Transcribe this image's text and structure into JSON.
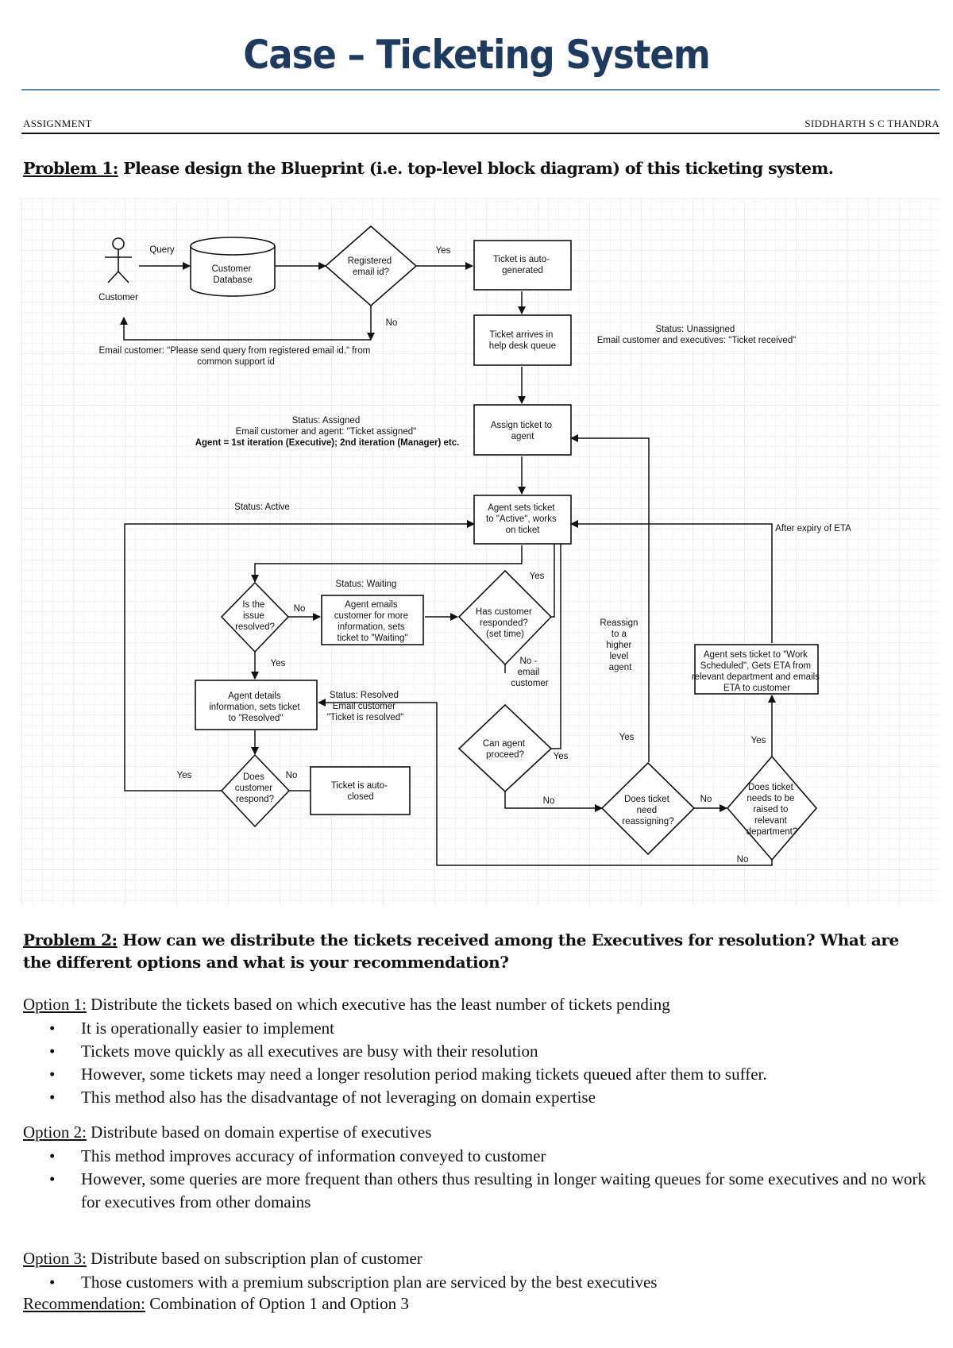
{
  "document": {
    "title": "Case – Ticketing System",
    "header_left": "ASSIGNMENT",
    "header_right": "SIDDHARTH S C THANDRA"
  },
  "problem1": {
    "label": "Problem 1:",
    "text": " Please design the Blueprint (i.e. top-level block diagram) of this ticketing system."
  },
  "diagram": {
    "customer_label": "Customer",
    "query_label": "Query",
    "customer_db": [
      "Customer",
      "Database"
    ],
    "registered_decision": [
      "Registered",
      "email id?"
    ],
    "yes_registered": "Yes",
    "no_registered": "No",
    "auto_generated": [
      "Ticket is auto-",
      "generated"
    ],
    "email_unregistered": [
      "Email customer: \"Please send query from registered email id.\" from",
      "common support id"
    ],
    "help_desk_queue": [
      "Ticket arrives in",
      "help desk queue"
    ],
    "status_unassigned": [
      "Status: Unassigned",
      "Email customer and executives: \"Ticket received\""
    ],
    "assign_ticket": [
      "Assign ticket to",
      "agent"
    ],
    "status_assigned": [
      "Status: Assigned",
      "Email customer and agent: \"Ticket assigned\"",
      "Agent = 1st iteration (Executive); 2nd iteration (Manager) etc."
    ],
    "agent_active": [
      "Agent sets ticket",
      "to \"Active\", works",
      "on ticket"
    ],
    "status_active": "Status: Active",
    "after_eta": "After expiry of ETA",
    "issue_resolved_decision": [
      "Is the",
      "issue",
      "resolved?"
    ],
    "no_resolved": "No",
    "yes_resolved": "Yes",
    "status_waiting": "Status: Waiting",
    "agent_emails": [
      "Agent emails",
      "customer for more",
      "information, sets",
      "ticket to \"Waiting\""
    ],
    "customer_responded_decision": [
      "Has customer",
      "responded?",
      "(set time)"
    ],
    "yes_responded": "Yes",
    "no_email_customer": [
      "No -",
      "email",
      "customer"
    ],
    "agent_proceed_decision": [
      "Can agent",
      "proceed?"
    ],
    "yes_proceed": "Yes",
    "no_proceed": "No",
    "reassign_higher": [
      "Reassign",
      "to a",
      "higher",
      "level",
      "agent"
    ],
    "agent_details": [
      "Agent details",
      "information, sets ticket",
      "to \"Resolved\""
    ],
    "status_resolved": [
      "Status: Resolved",
      "Email customer",
      "\"Ticket is resolved\""
    ],
    "customer_respond_decision": [
      "Does",
      "customer",
      "respond?"
    ],
    "yes_respond": "Yes",
    "no_respond": "No",
    "auto_closed": [
      "Ticket is auto-",
      "closed"
    ],
    "reassign_decision": [
      "Does ticket",
      "need",
      "reassigning?"
    ],
    "yes_reassign": "Yes",
    "no_reassign": "No",
    "raise_decision": [
      "Does ticket",
      "needs to be",
      "raised to",
      "relevant",
      "department?"
    ],
    "yes_raise": "Yes",
    "no_raise": "No",
    "work_scheduled": [
      "Agent sets ticket to \"Work",
      "Scheduled\", Gets ETA from",
      "relevant department and emails",
      "ETA to customer"
    ]
  },
  "problem2": {
    "label": "Problem 2:",
    "line1": " How can we distribute the tickets received among the Executives for resolution? What are",
    "line2": "the different options and what is your recommendation?"
  },
  "options": [
    {
      "label": "Option 1:",
      "text": " Distribute the tickets based on which executive has the least number of tickets pending",
      "bullets": [
        "It is operationally easier to implement",
        "Tickets move quickly as all executives are busy with their resolution",
        "However, some tickets may need a longer resolution period making tickets queued after them to suffer.",
        "This method also has the disadvantage of not leveraging on domain expertise"
      ]
    },
    {
      "label": "Option 2:",
      "text": " Distribute based on domain expertise of executives",
      "bullets": [
        "This method improves accuracy of information conveyed to customer",
        "However, some queries are more frequent than others thus resulting in longer waiting queues for some executives and no work for executives from other domains"
      ]
    },
    {
      "label": "Option 3:",
      "text": " Distribute based on subscription plan of customer",
      "bullets": [
        "Those customers with a premium subscription plan are serviced by the best executives"
      ]
    }
  ],
  "recommendation": {
    "label": "Recommendation:",
    "text": " Combination of Option 1 and Option 3"
  }
}
